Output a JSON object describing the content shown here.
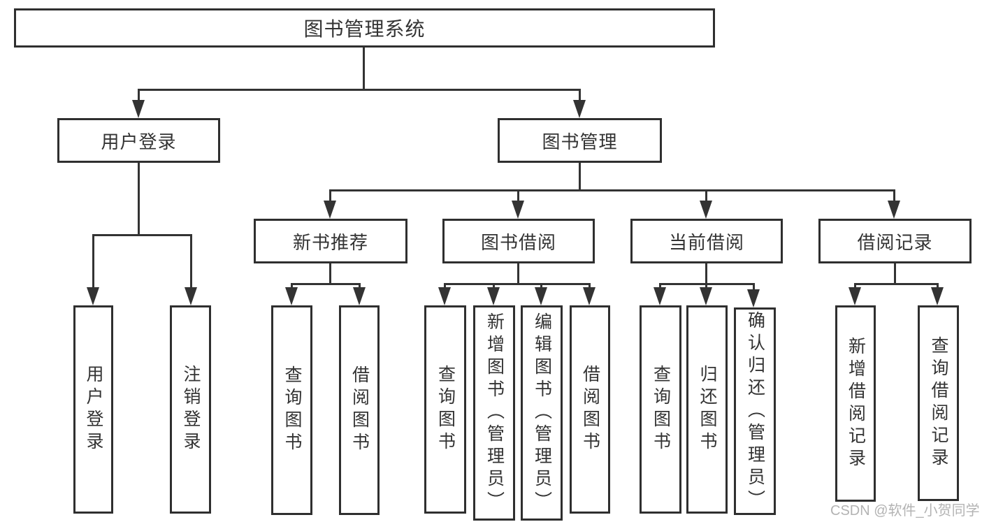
{
  "nodes": {
    "root": "图书管理系统",
    "user_login": "用户登录",
    "book_mgmt": "图书管理",
    "new_book_rec": "新书推荐",
    "book_borrow": "图书借阅",
    "current_borrow": "当前借阅",
    "borrow_records": "借阅记录"
  },
  "leaves": {
    "user_login_leaf": "用户登录",
    "logout": "注销登录",
    "rec_query_books": "查询图书",
    "rec_borrow_books": "借阅图书",
    "borrow_query_books": "查询图书",
    "borrow_add_books": "新增图书（管理员）",
    "borrow_edit_books": "编辑图书（管理员）",
    "borrow_borrow_books": "借阅图书",
    "current_query_books": "查询图书",
    "current_return_books": "归还图书",
    "current_confirm_return": "确认归还（管理员）",
    "records_add_record": "新增借阅记录",
    "records_query_record": "查询借阅记录"
  },
  "watermark": "CSDN @软件_小贺同学",
  "colors": {
    "line": "#333333",
    "box_border": "#2f2f2f",
    "text": "#333333",
    "watermark": "#b3b3b3",
    "background": "#ffffff"
  }
}
